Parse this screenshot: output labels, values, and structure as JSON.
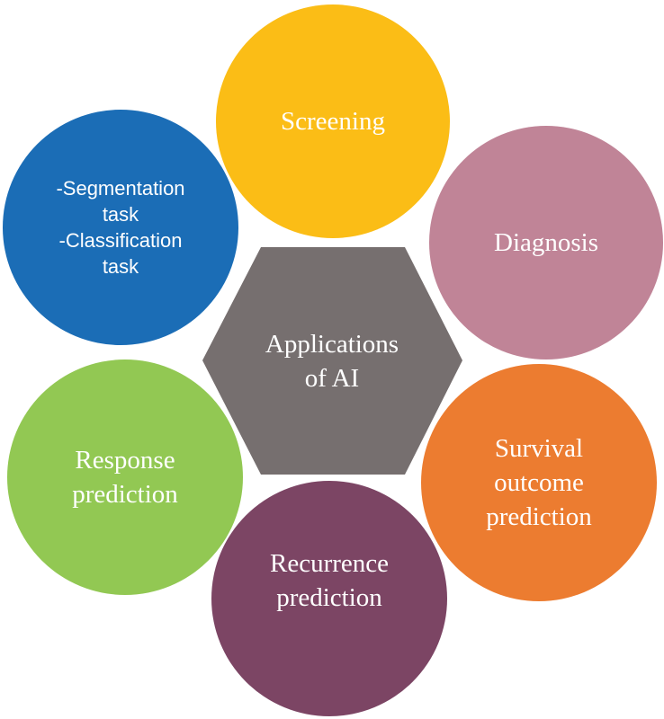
{
  "center": {
    "lines": [
      "Applications",
      "of AI"
    ],
    "color": "#766f6f"
  },
  "nodes": [
    {
      "id": "screening",
      "lines": [
        "Screening"
      ],
      "color": "#fbbd16"
    },
    {
      "id": "diagnosis",
      "lines": [
        "Diagnosis"
      ],
      "color": "#c08497"
    },
    {
      "id": "survival",
      "lines": [
        "Survival",
        "outcome",
        "prediction"
      ],
      "color": "#ec7c30"
    },
    {
      "id": "recurrence",
      "lines": [
        "Recurrence",
        "prediction"
      ],
      "color": "#7c4564"
    },
    {
      "id": "response",
      "lines": [
        "Response",
        "prediction"
      ],
      "color": "#92c853"
    },
    {
      "id": "segmentation",
      "lines": [
        "-Segmentation",
        "task",
        "-Classification",
        "task"
      ],
      "color": "#1b6db6"
    }
  ]
}
